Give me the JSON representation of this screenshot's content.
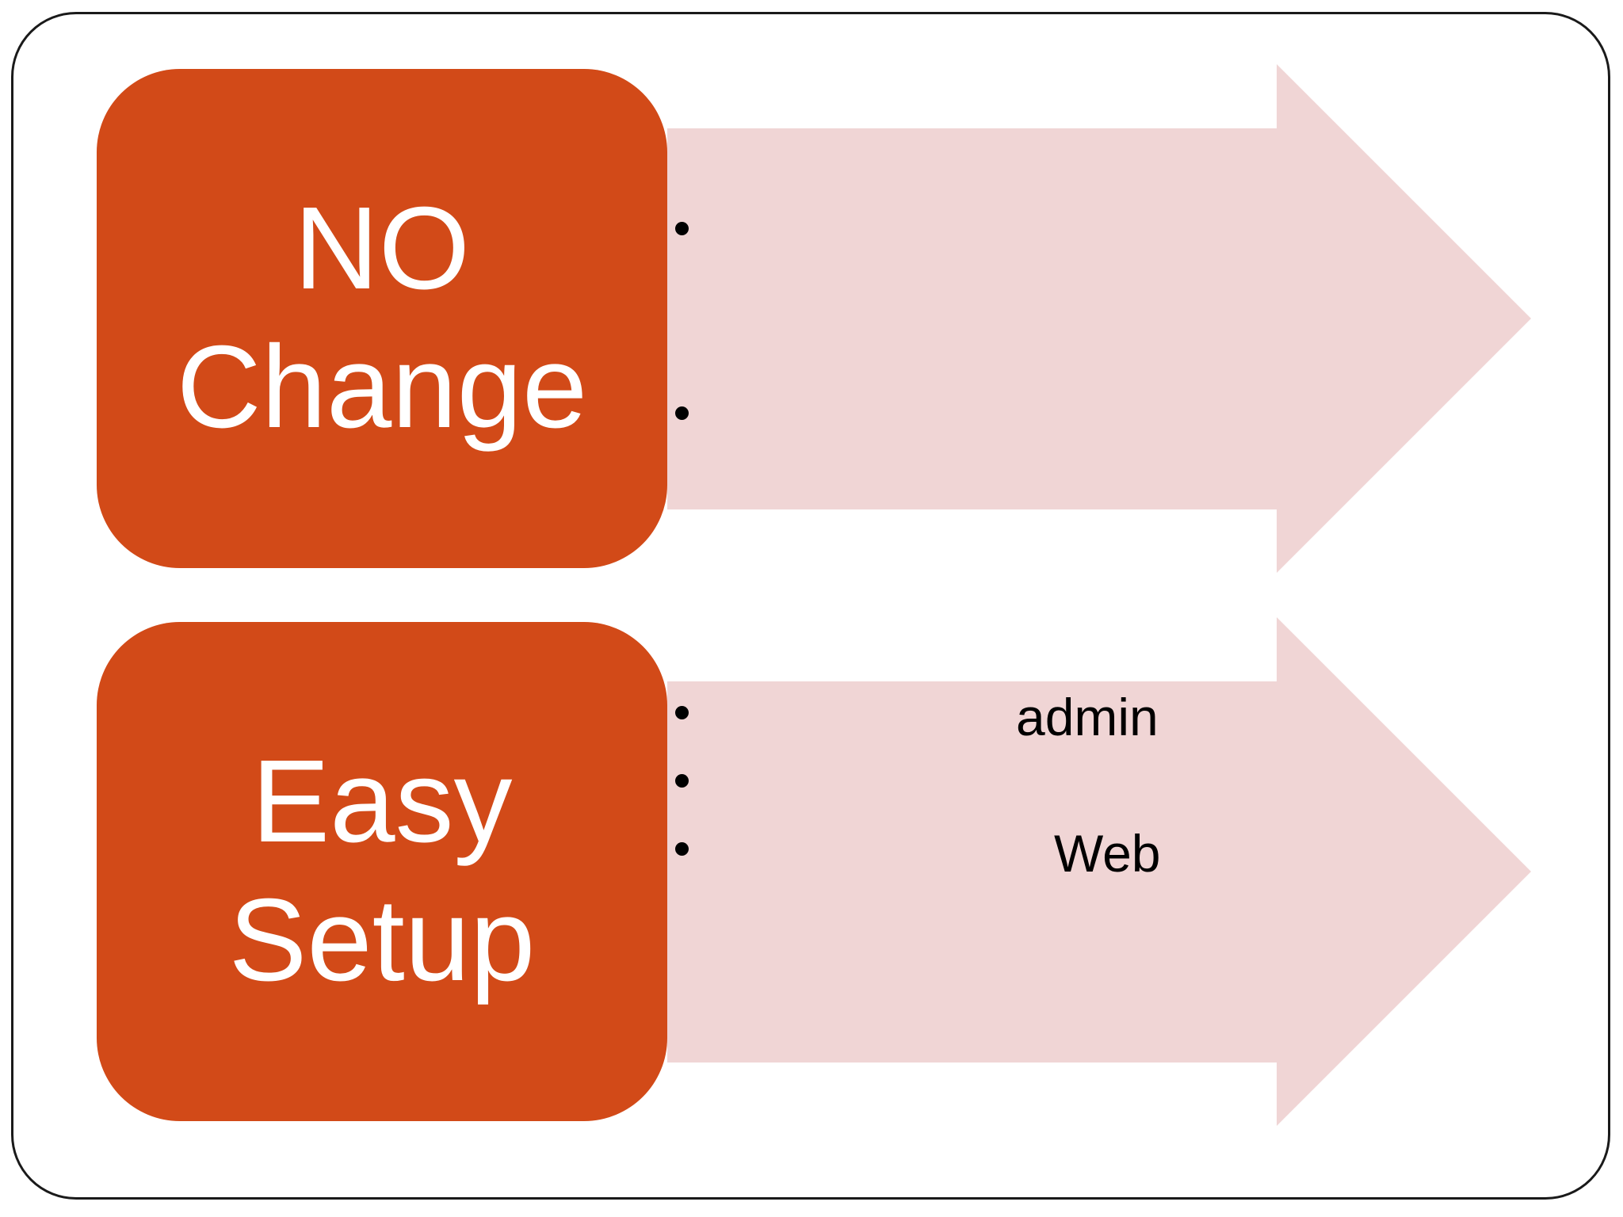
{
  "colors": {
    "box_fill": "#D24A18",
    "arrow_fill": "#F0D5D5",
    "frame_border": "#1a1a1a",
    "text_light": "#ffffff",
    "text_dark": "#000000"
  },
  "rows": [
    {
      "title_line1": "NO",
      "title_line2": "Change",
      "items": [
        "",
        ""
      ]
    },
    {
      "title_line1": "Easy",
      "title_line2": "Setup",
      "items": [
        "admin",
        "",
        "Web"
      ]
    }
  ]
}
